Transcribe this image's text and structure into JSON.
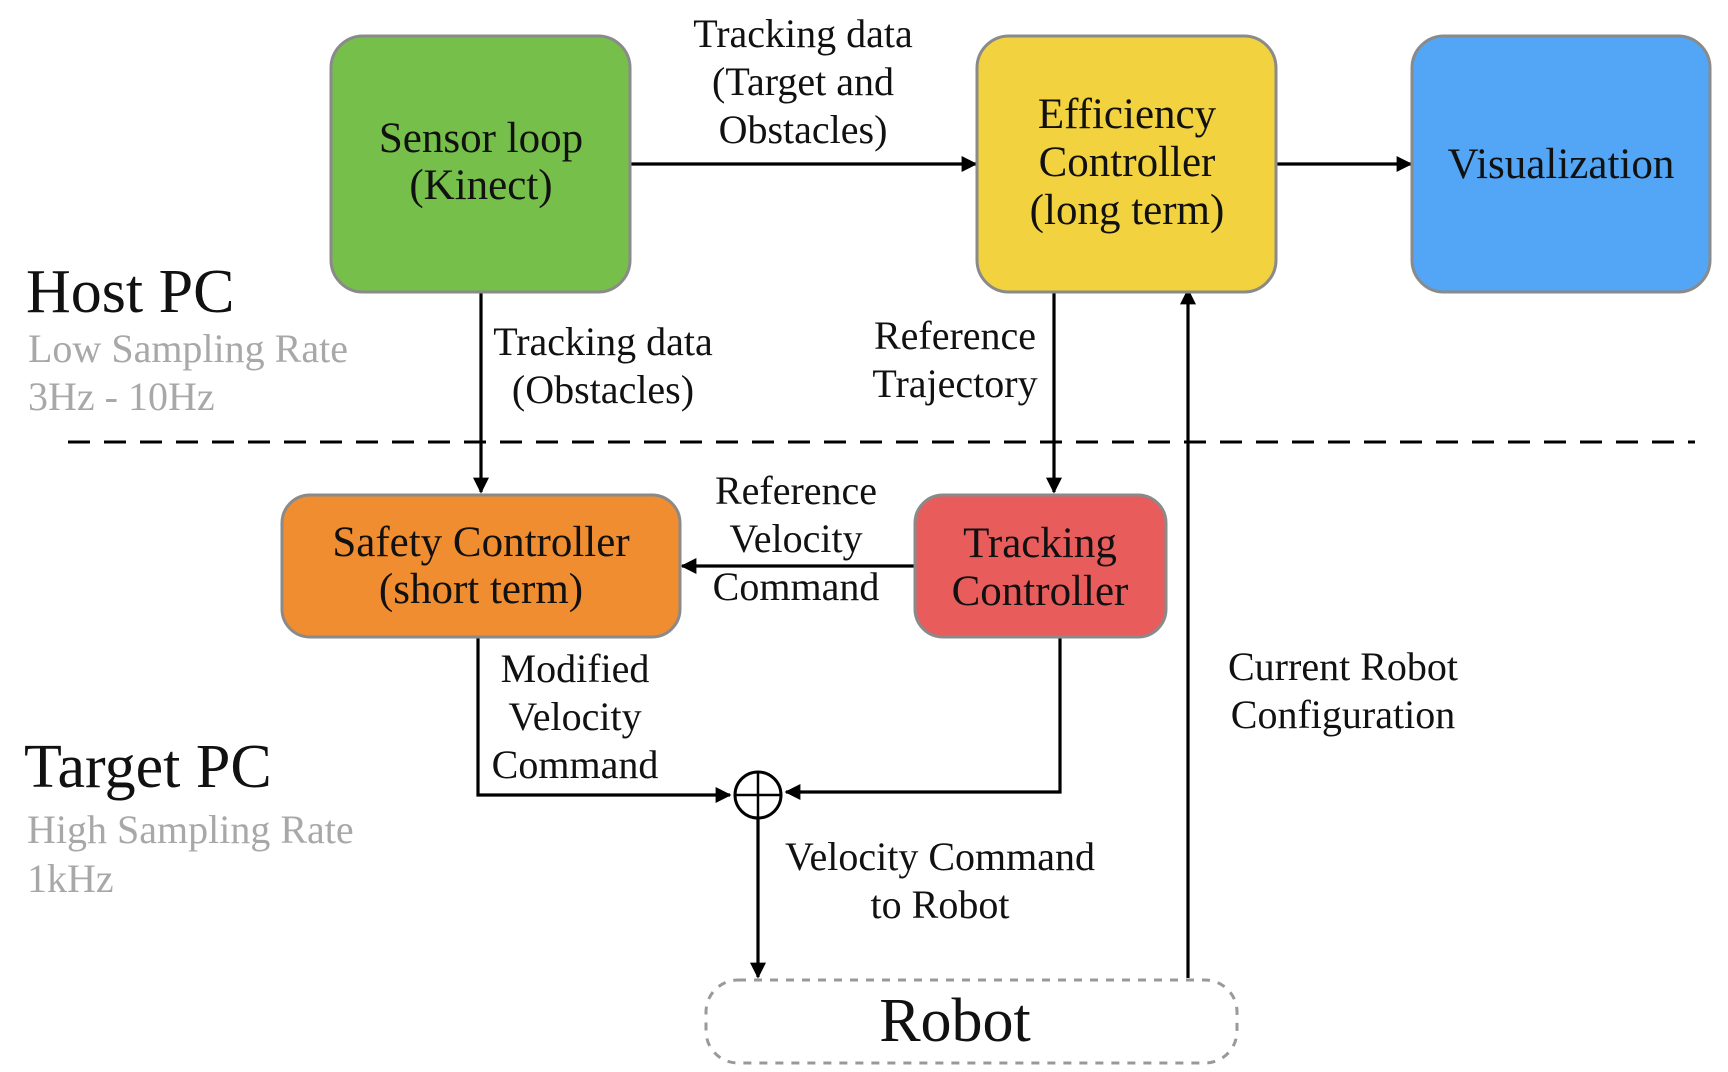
{
  "zones": {
    "host": {
      "title": "Host PC",
      "sub1": "Low Sampling Rate",
      "sub2": "3Hz - 10Hz"
    },
    "target": {
      "title": "Target PC",
      "sub1": "High Sampling Rate",
      "sub2": "1kHz"
    }
  },
  "nodes": {
    "sensor_loop": {
      "line1": "Sensor loop",
      "line2": "(Kinect)",
      "color": "#76bf4a"
    },
    "efficiency_controller": {
      "line1": "Efficiency",
      "line2": "Controller",
      "line3": "(long term)",
      "color": "#f2d23f"
    },
    "visualization": {
      "line1": "Visualization",
      "color": "#52a6f5"
    },
    "safety_controller": {
      "line1": "Safety Controller",
      "line2": "(short term)",
      "color": "#f08d30"
    },
    "tracking_controller": {
      "line1": "Tracking",
      "line2": "Controller",
      "color": "#e85c5c"
    },
    "robot": {
      "line1": "Robot"
    }
  },
  "edges": {
    "tracking_target_obstacles": {
      "line1": "Tracking data",
      "line2": "(Target and",
      "line3": "Obstacles)"
    },
    "tracking_obstacles": {
      "line1": "Tracking data",
      "line2": "(Obstacles)"
    },
    "reference_trajectory": {
      "line1": "Reference",
      "line2": "Trajectory"
    },
    "reference_velocity": {
      "line1": "Reference",
      "line2": "Velocity",
      "line3": "Command"
    },
    "modified_velocity": {
      "line1": "Modified",
      "line2": "Velocity",
      "line3": "Command"
    },
    "velocity_to_robot": {
      "line1": "Velocity Command",
      "line2": "to Robot"
    },
    "current_config": {
      "line1": "Current Robot",
      "line2": "Configuration"
    }
  }
}
